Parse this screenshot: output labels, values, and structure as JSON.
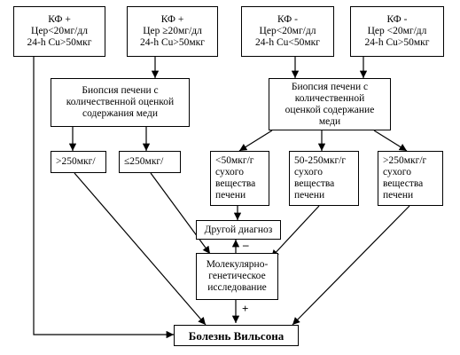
{
  "boxes": {
    "kf_pos_low": {
      "lines": [
        "КФ +",
        "Цер<20мг/дл",
        "24-h Cu>50мкг"
      ]
    },
    "kf_pos_high": {
      "lines": [
        "КФ +",
        "Цер ≥20мг/дл",
        "24-h Cu>50мкг"
      ]
    },
    "kf_neg_low": {
      "lines": [
        "КФ -",
        "Цер<20мг/дл",
        "24-h Cu<50мкг"
      ]
    },
    "kf_neg_low2": {
      "lines": [
        "КФ -",
        "Цер <20мг/дл",
        "24-h Cu>50мкг"
      ]
    },
    "biopsy_left": {
      "lines": [
        "Биопсия печени с",
        "количественной оценкой",
        "содержания меди"
      ]
    },
    "biopsy_right": {
      "lines": [
        "Биопсия печени с",
        "количественной",
        "оценкой содержание",
        "меди"
      ]
    },
    "gt250_left": {
      "lines": [
        ">250мкг/"
      ]
    },
    "le250": {
      "lines": [
        "≤250мкг/"
      ]
    },
    "lt50": {
      "lines": [
        "<50мкг/г",
        "сухого",
        "вещества",
        "печени"
      ]
    },
    "mid50_250": {
      "lines": [
        "50-250мкг/г",
        "сухого",
        "вещества",
        "печени"
      ]
    },
    "gt250_right": {
      "lines": [
        ">250мкг/г",
        "сухого",
        "вещества",
        "печени"
      ]
    },
    "other_dx": {
      "lines": [
        "Другой диагноз"
      ]
    },
    "molecular": {
      "lines": [
        "Молекулярно-",
        "генетическое",
        "исследование"
      ]
    },
    "wilson": {
      "lines": [
        "Болезнь Вильсона"
      ]
    }
  },
  "signs": {
    "minus": "–",
    "plus": "+"
  }
}
